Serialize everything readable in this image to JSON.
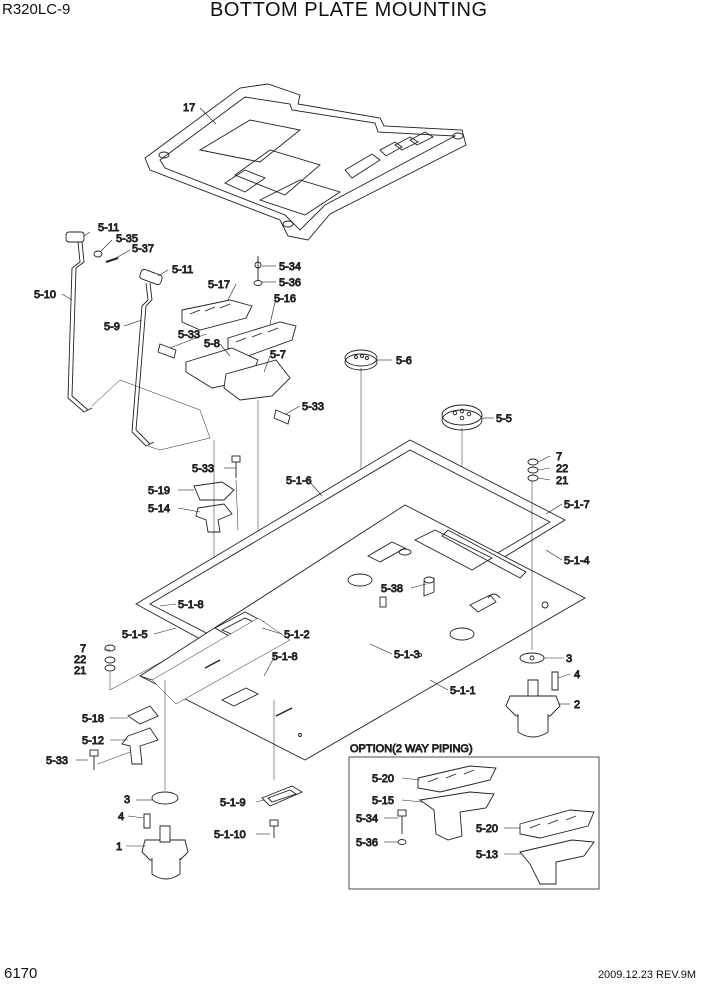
{
  "header": {
    "model": "R320LC-9",
    "title": "BOTTOM PLATE MOUNTING"
  },
  "footer": {
    "page_number": "6170",
    "revision": "2009.12.23  REV.9M"
  },
  "option_box": {
    "title": "OPTION(2 WAY PIPING)"
  },
  "callouts": [
    "17",
    "5-11",
    "5-35",
    "5-37",
    "5-10",
    "5-11",
    "5-9",
    "5-34",
    "5-36",
    "5-17",
    "5-16",
    "5-33",
    "5-8",
    "5-7",
    "5-33",
    "5-6",
    "5-5",
    "5-33",
    "5-1-6",
    "5-19",
    "5-14",
    "7",
    "22",
    "21",
    "5-1-7",
    "5-1-4",
    "5-38",
    "5-1-8",
    "5-1-5",
    "5-1-2",
    "7",
    "22",
    "21",
    "5-1-8",
    "5-1-3",
    "3",
    "4",
    "5-1-1",
    "2",
    "5-18",
    "5-12",
    "5-33",
    "3",
    "4",
    "1",
    "5-1-9",
    "5-1-10",
    "5-20",
    "5-15",
    "5-34",
    "5-36",
    "5-20",
    "5-13"
  ]
}
